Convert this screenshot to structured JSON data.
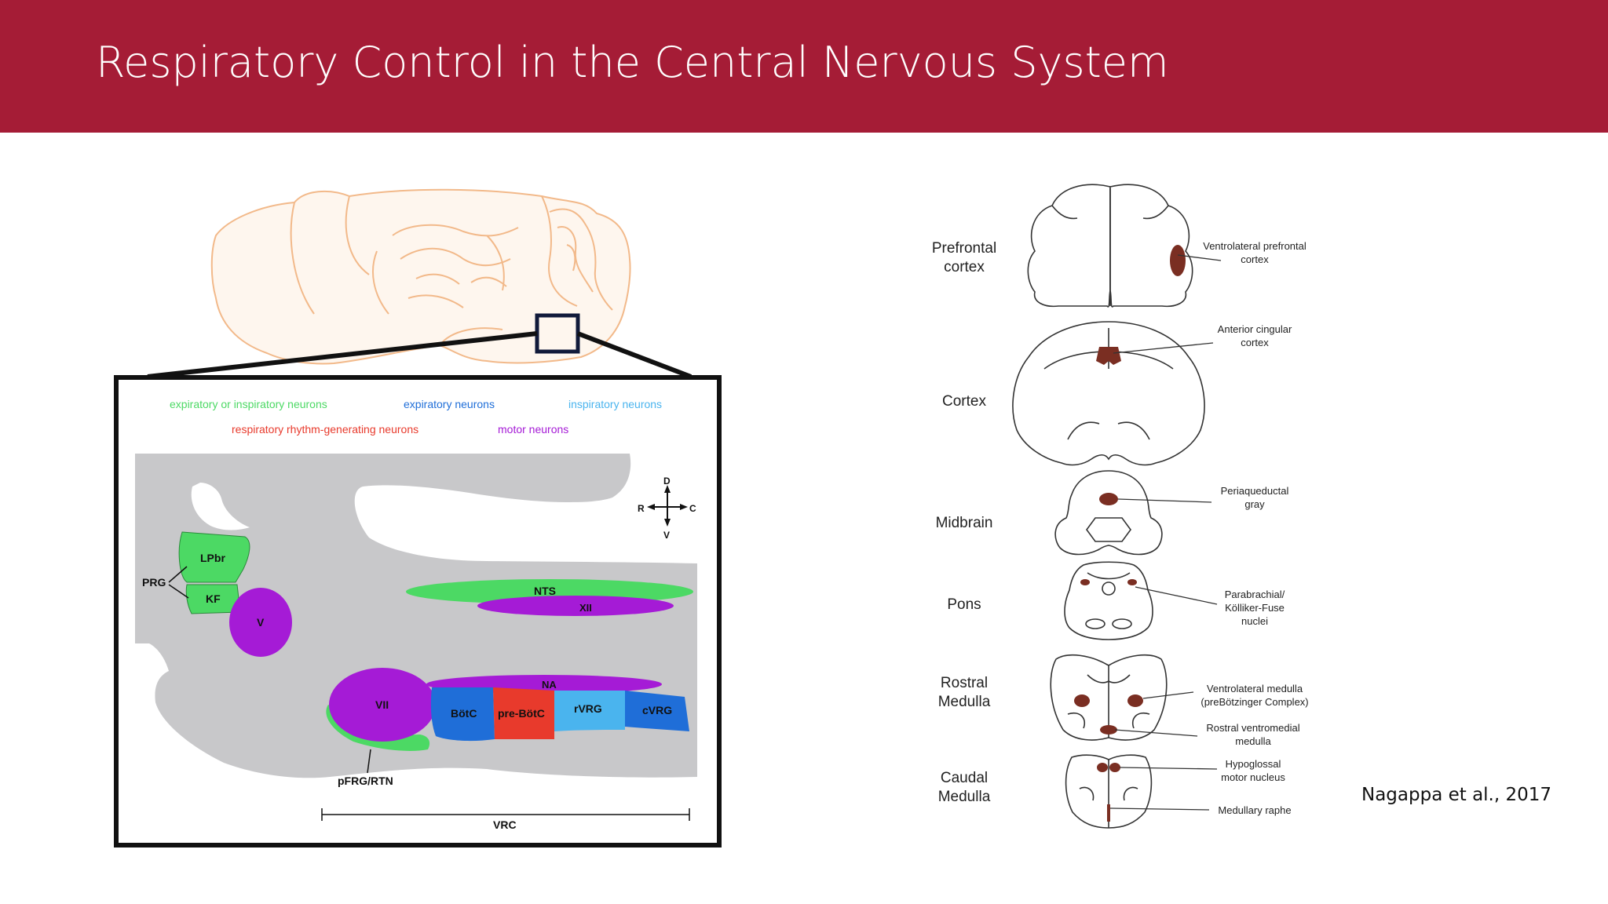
{
  "colors": {
    "header_bg": "#A51C36",
    "brain_outline": "#F2B98A",
    "brain_fill": "#FEF6EE",
    "gray_region": "#C8C8CA",
    "green": "#4CD964",
    "purple": "#A51BD6",
    "dark_blue": "#1F6ED8",
    "light_blue": "#4AB4EE",
    "red": "#E83A2C",
    "lesion": "#7A2E22"
  },
  "slide": {
    "title": "Respiratory Control in the Central Nervous System",
    "citation": "Nagappa et al., 2017"
  },
  "left_figure": {
    "legend": {
      "expiratory_or_inspiratory": "expiratory or inspiratory neurons",
      "expiratory": "expiratory neurons",
      "inspiratory": "inspiratory neurons",
      "rhythm_generating": "respiratory rhythm-generating neurons",
      "motor": "motor neurons"
    },
    "compass": {
      "d": "D",
      "r": "R",
      "c": "C",
      "v": "V"
    },
    "regions": {
      "lpbr": "LPbr",
      "kf": "KF",
      "prg": "PRG",
      "v": "V",
      "nts": "NTS",
      "xii": "XII",
      "na": "NA",
      "vii": "VII",
      "botc": "BötC",
      "pre_botc": "pre-BötC",
      "rvrg": "rVRG",
      "cvrg": "cVRG",
      "pfrg_rtn": "pFRG/RTN",
      "vrc": "VRC"
    }
  },
  "right_figure": {
    "levels": [
      {
        "name_line1": "Prefrontal",
        "name_line2": "cortex",
        "label_line1": "Ventrolateral prefrontal",
        "label_line2": "cortex"
      },
      {
        "name_line1": "Cortex",
        "name_line2": "",
        "label_line1": "Anterior cingular",
        "label_line2": "cortex"
      },
      {
        "name_line1": "Midbrain",
        "name_line2": "",
        "label_line1": "Periaqueductal",
        "label_line2": "gray"
      },
      {
        "name_line1": "Pons",
        "name_line2": "",
        "label_line1": "Parabrachial/",
        "label_line2": "Kölliker-Fuse",
        "label_line3": "nuclei"
      },
      {
        "name_line1": "Rostral",
        "name_line2": "Medulla",
        "label_line1": "Ventrolateral medulla",
        "label_line2": "(preBötzinger Complex)",
        "label2_line1": "Rostral ventromedial",
        "label2_line2": "medulla"
      },
      {
        "name_line1": "Caudal",
        "name_line2": "Medulla",
        "label_line1": "Hypoglossal",
        "label_line2": "motor nucleus",
        "label2_line1": "Medullary raphe"
      }
    ]
  }
}
